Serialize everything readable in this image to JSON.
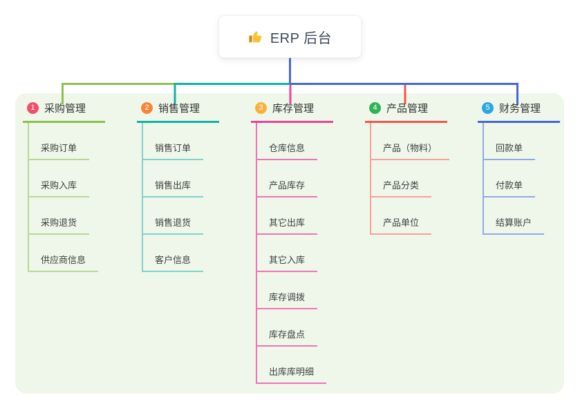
{
  "root": {
    "label": "ERP 后台",
    "icon": "thumbs-up-icon"
  },
  "canvas": {
    "background": "#ffffff",
    "panel_background": "#eef7e9",
    "rail_stub_color": "#4a68d5"
  },
  "branches": [
    {
      "badge": "1",
      "label": "采购管理",
      "badge_color": "#f0506b",
      "color": "#8cc152",
      "light_color": "#b7d996",
      "children": [
        "采购订单",
        "采购入库",
        "采购退货",
        "供应商信息"
      ]
    },
    {
      "badge": "2",
      "label": "销售管理",
      "badge_color": "#f5873b",
      "color": "#12b2a7",
      "light_color": "#7fd3cb",
      "children": [
        "销售订单",
        "销售出库",
        "销售退货",
        "客户信息"
      ]
    },
    {
      "badge": "3",
      "label": "库存管理",
      "badge_color": "#fbb03b",
      "color": "#e8459a",
      "light_color": "#ee74b5",
      "children": [
        "仓库信息",
        "产品库存",
        "其它出库",
        "其它入库",
        "库存调拨",
        "库存盘点",
        "出库库明细"
      ]
    },
    {
      "badge": "4",
      "label": "产品管理",
      "badge_color": "#2eb457",
      "color": "#f2564f",
      "light_color": "#f9a09a",
      "children": [
        "产品（物料）",
        "产品分类",
        "产品单位"
      ]
    },
    {
      "badge": "5",
      "label": "财务管理",
      "badge_color": "#2ba7df",
      "color": "#4766d6",
      "light_color": "#93a9e6",
      "children": [
        "回款单",
        "付款单",
        "结算账户"
      ]
    }
  ]
}
